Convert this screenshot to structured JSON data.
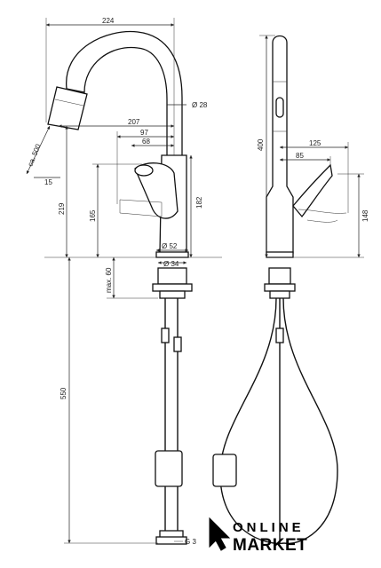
{
  "dimensions": {
    "d224": "224",
    "d207": "207",
    "d97": "97",
    "d68": "68",
    "dia28": "Ø 28",
    "ca500": "ca. 500",
    "d15": "15",
    "d219": "219",
    "d165": "165",
    "d182": "182",
    "dia52": "Ø 52",
    "dia34": "Ø 34",
    "max60": "max. 60",
    "d550": "550",
    "g3": "G 3",
    "d400": "400",
    "d125": "125",
    "d85": "85",
    "d148": "148"
  },
  "logo": {
    "line1": "ONLINE",
    "line2": "MARKET"
  }
}
